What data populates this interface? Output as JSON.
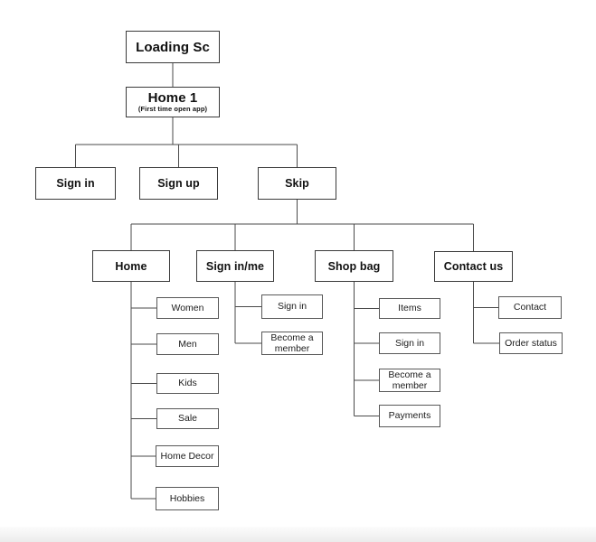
{
  "diagram": {
    "type": "sitemap-flowchart",
    "colors": {
      "background": "#ffffff",
      "box_border_main": "#3a3a3a",
      "box_border_leaf": "#585858",
      "connector_line": "#4a4a4a",
      "text": "#111111"
    },
    "nodes": {
      "loading": {
        "label": "Loading Sc"
      },
      "home1": {
        "label": "Home 1",
        "sublabel": "(First time open app)"
      },
      "sign_in": {
        "label": "Sign in"
      },
      "sign_up": {
        "label": "Sign up"
      },
      "skip": {
        "label": "Skip"
      },
      "home": {
        "label": "Home"
      },
      "sign_in_me": {
        "label": "Sign in/me"
      },
      "shop_bag": {
        "label": "Shop bag"
      },
      "contact_us": {
        "label": "Contact us"
      },
      "women": {
        "label": "Women"
      },
      "men": {
        "label": "Men"
      },
      "kids": {
        "label": "Kids"
      },
      "sale": {
        "label": "Sale"
      },
      "home_decor": {
        "label": "Home Decor"
      },
      "hobbies": {
        "label": "Hobbies"
      },
      "sim_sign_in": {
        "label": "Sign in"
      },
      "sim_become_member": {
        "label": "Become a member"
      },
      "sb_items": {
        "label": "Items"
      },
      "sb_sign_in": {
        "label": "Sign in"
      },
      "sb_become_member": {
        "label": "Become a member"
      },
      "sb_payments": {
        "label": "Payments"
      },
      "cu_contact": {
        "label": "Contact"
      },
      "cu_order_status": {
        "label": "Order status"
      }
    },
    "edges": [
      {
        "from": "Loading Sc",
        "to": "Home 1"
      },
      {
        "from": "Home 1",
        "to": "Sign in"
      },
      {
        "from": "Home 1",
        "to": "Sign up"
      },
      {
        "from": "Home 1",
        "to": "Skip"
      },
      {
        "from": "Skip",
        "to": "Home"
      },
      {
        "from": "Skip",
        "to": "Sign in/me"
      },
      {
        "from": "Skip",
        "to": "Shop bag"
      },
      {
        "from": "Skip",
        "to": "Contact us"
      },
      {
        "from": "Home",
        "to": "Women"
      },
      {
        "from": "Home",
        "to": "Men"
      },
      {
        "from": "Home",
        "to": "Kids"
      },
      {
        "from": "Home",
        "to": "Sale"
      },
      {
        "from": "Home",
        "to": "Home Decor"
      },
      {
        "from": "Home",
        "to": "Hobbies"
      },
      {
        "from": "Sign in/me",
        "to": "Sign in"
      },
      {
        "from": "Sign in/me",
        "to": "Become a member"
      },
      {
        "from": "Shop bag",
        "to": "Items"
      },
      {
        "from": "Shop bag",
        "to": "Sign in"
      },
      {
        "from": "Shop bag",
        "to": "Become a member"
      },
      {
        "from": "Shop bag",
        "to": "Payments"
      },
      {
        "from": "Contact us",
        "to": "Contact"
      },
      {
        "from": "Contact us",
        "to": "Order status"
      }
    ]
  }
}
